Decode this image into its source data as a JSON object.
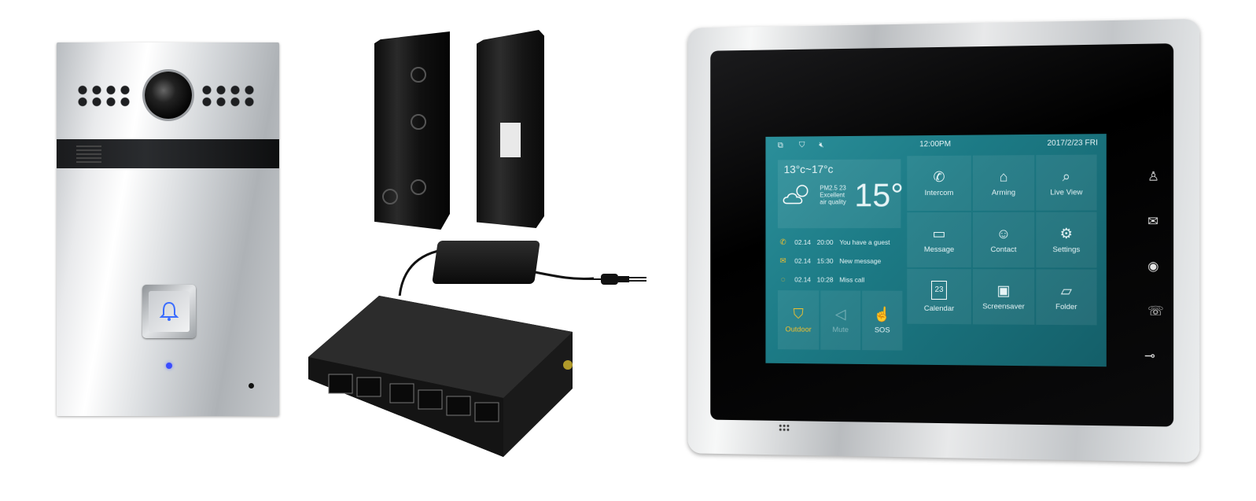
{
  "monitor": {
    "status_bar": {
      "time": "12:00PM",
      "date": "2017/2/23 FRI"
    },
    "weather": {
      "range": "13°c~17°c",
      "pm": "PM2.5 23",
      "quality1": "Excellent",
      "quality2": "air quality",
      "current": "15°"
    },
    "messages": [
      {
        "date": "02.14",
        "time": "20:00",
        "text": "You have a guest",
        "icon": "phone-icon"
      },
      {
        "date": "02.14",
        "time": "15:30",
        "text": "New message",
        "icon": "mail-icon"
      },
      {
        "date": "02.14",
        "time": "10:28",
        "text": "Miss call",
        "icon": "chat-icon"
      }
    ],
    "quick": [
      {
        "label": "Outdoor",
        "icon": "shield-icon"
      },
      {
        "label": "Mute",
        "icon": "speaker-mute-icon"
      },
      {
        "label": "SOS",
        "icon": "hand-icon"
      }
    ],
    "tiles": [
      {
        "label": "Intercom",
        "icon": "phone-icon"
      },
      {
        "label": "Arming",
        "icon": "house-shield-icon"
      },
      {
        "label": "Live View",
        "icon": "camera-icon"
      },
      {
        "label": "Message",
        "icon": "chat-bubble-icon"
      },
      {
        "label": "Contact",
        "icon": "contact-icon"
      },
      {
        "label": "Settings",
        "icon": "gear-icon"
      },
      {
        "label": "Calendar",
        "icon": "calendar-icon"
      },
      {
        "label": "Screensaver",
        "icon": "picture-icon"
      },
      {
        "label": "Folder",
        "icon": "folder-icon"
      }
    ],
    "calendar_day": "23",
    "side_buttons": [
      "guard-icon",
      "mail-icon",
      "eye-icon",
      "call-icon",
      "unlock-icon"
    ],
    "accent": "#f2c12e"
  }
}
